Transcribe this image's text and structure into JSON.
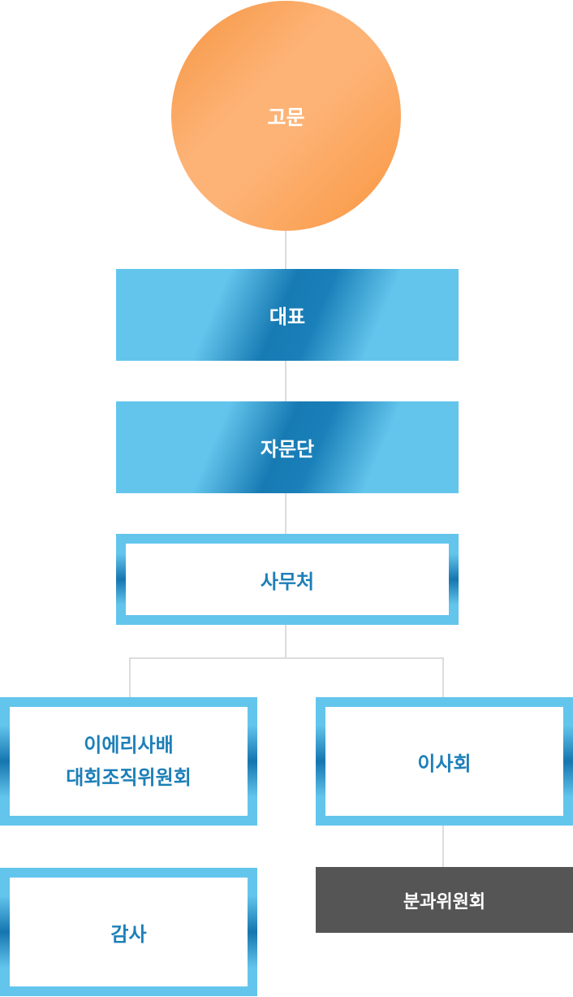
{
  "nodes": {
    "advisor": "고문",
    "ceo": "대표",
    "advisory_group": "자문단",
    "secretariat": "사무처",
    "organizing_committee_line1": "이에리사배",
    "organizing_committee_line2": "대회조직위원회",
    "board": "이사회",
    "audit": "감사",
    "subcommittee": "분과위원회"
  },
  "colors": {
    "circle_orange": "#f59440",
    "box_light_blue": "#63c5ec",
    "box_dark_blue": "#1576b0",
    "frame_text_blue": "#1c7fb8",
    "dark_box_gray": "#555555",
    "connector_gray": "#dcdcdc"
  }
}
